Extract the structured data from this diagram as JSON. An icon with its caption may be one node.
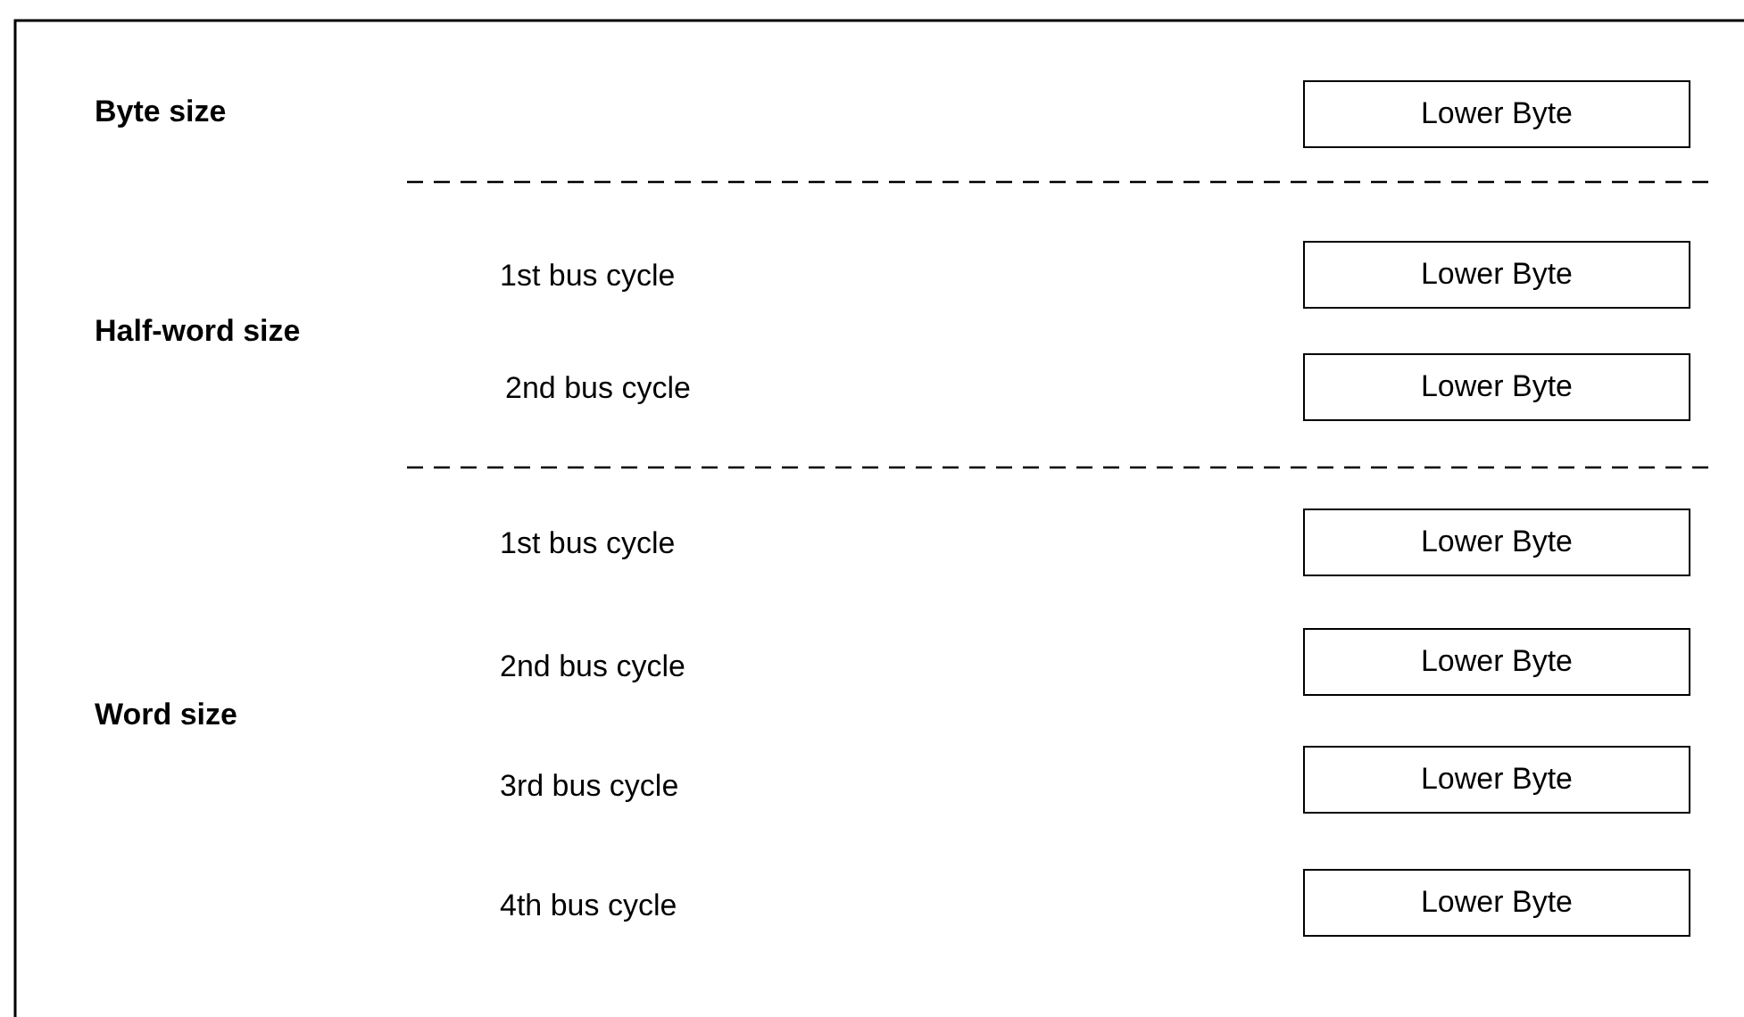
{
  "diagram": {
    "nodes": [
      {
        "text": [
          "Lower Byte"
        ]
      },
      {
        "text": [
          "Lower Byte"
        ]
      },
      {
        "text": [
          "Lower Byte"
        ]
      },
      {
        "text": [
          "Lower Byte"
        ]
      },
      {
        "text": [
          "Lower Byte"
        ]
      },
      {
        "text": [
          "Lower Byte"
        ]
      },
      {
        "text": [
          "Lower Byte"
        ]
      }
    ],
    "labels": [
      "Byte size",
      "1st bus cycle",
      "Half-word size",
      "2nd bus cycle",
      "1st bus cycle",
      "2nd bus cycle",
      "Word size",
      "3rd bus cycle",
      "4th bus cycle"
    ]
  }
}
